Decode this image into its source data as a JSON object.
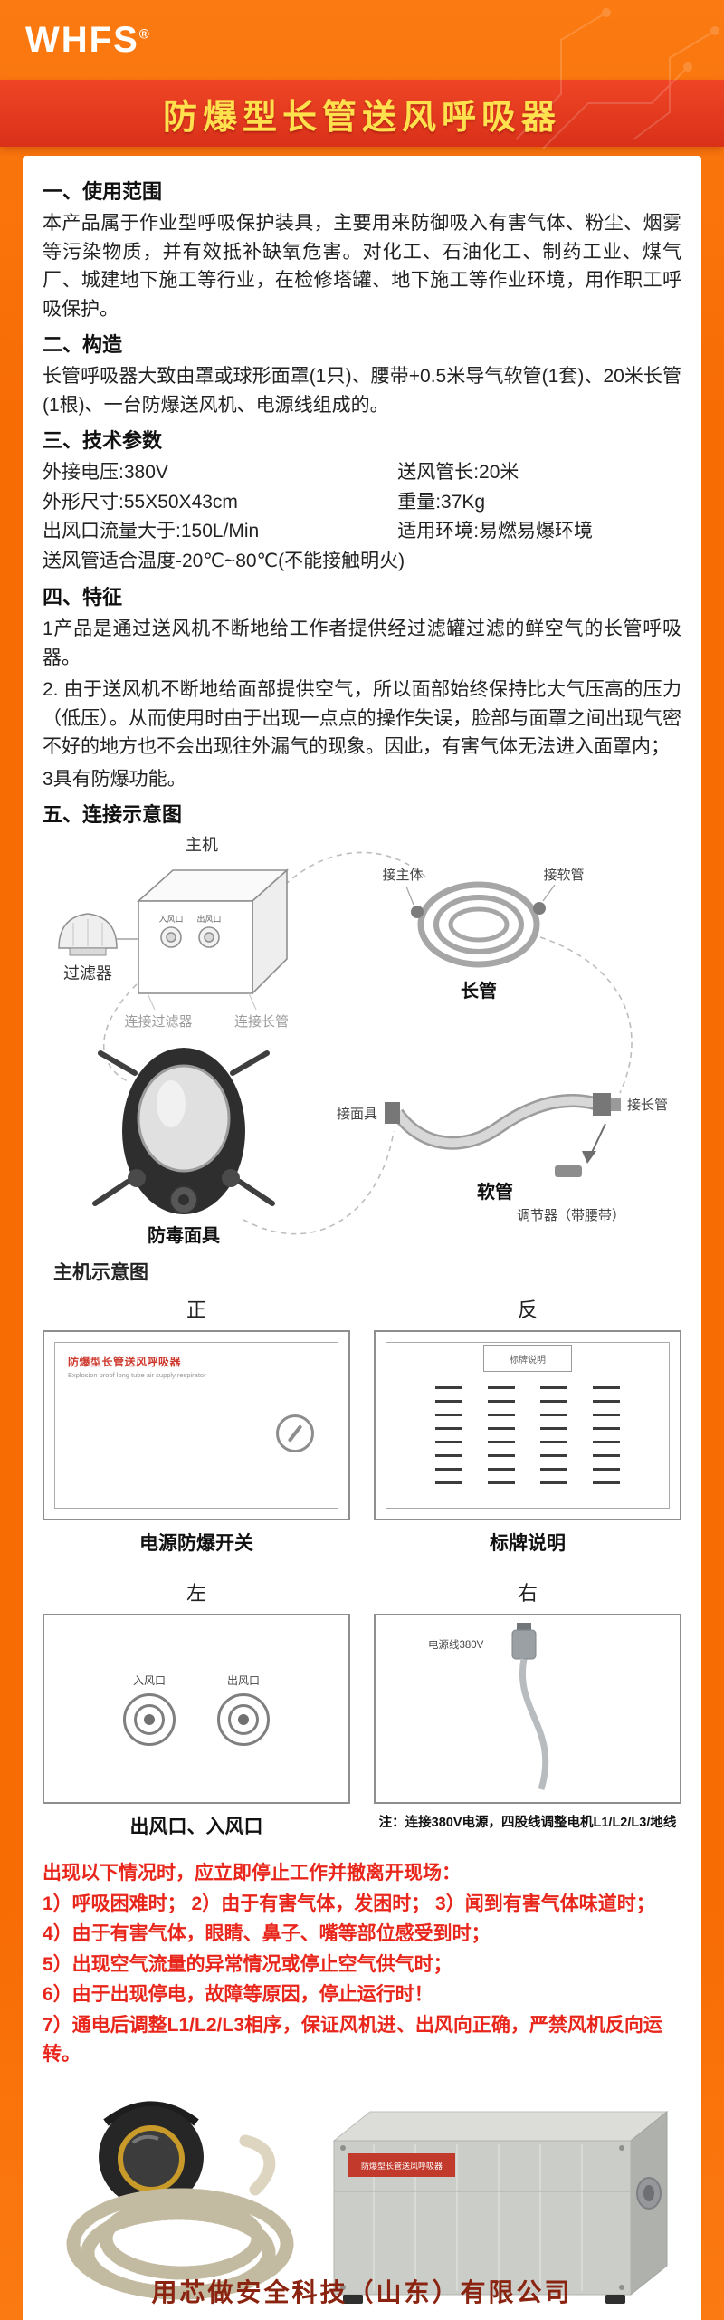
{
  "brand": {
    "name": "WHFS",
    "reg": "®"
  },
  "title": "防爆型长管送风呼吸器",
  "colors": {
    "bg_orange": "#f86c04",
    "banner_red": "#de3520",
    "title_yellow": "#ffe14d",
    "warning_red": "#e8261b",
    "footer_text": "#8a230f"
  },
  "sections": {
    "usage": {
      "heading": "一、使用范围",
      "body": "本产品属于作业型呼吸保护装具，主要用来防御吸入有害气体、粉尘、烟雾等污染物质，并有效抵补缺氧危害。对化工、石油化工、制药工业、煤气厂、城建地下施工等行业，在检修塔罐、地下施工等作业环境，用作职工呼吸保护。"
    },
    "structure": {
      "heading": "二、构造",
      "body": "长管呼吸器大致由罩或球形面罩(1只)、腰带+0.5米导气软管(1套)、20米长管(1根)、一台防爆送风机、电源线组成的。"
    },
    "params": {
      "heading": "三、技术参数",
      "rows": [
        {
          "left": "外接电压:380V",
          "right": "送风管长:20米"
        },
        {
          "left": "外形尺寸:55X50X43cm",
          "right": "重量:37Kg"
        },
        {
          "left": "出风口流量大于:150L/Min",
          "right": "适用环境:易燃易爆环境"
        },
        {
          "left": "送风管适合温度-20℃~80℃(不能接触明火)",
          "right": ""
        }
      ]
    },
    "features": {
      "heading": "四、特征",
      "items": [
        "1产品是通过送风机不断地给工作者提供经过滤罐过滤的鲜空气的长管呼吸器。",
        "2. 由于送风机不断地给面部提供空气，所以面部始终保持比大气压高的压力（低压）。从而使用时由于出现一点点的操作失误，脸部与面罩之间出现气密不好的地方也不会出现往外漏气的现象。因此，有害气体无法进入面罩内；",
        "3具有防爆功能。"
      ]
    },
    "connection": {
      "heading": "五、连接示意图"
    }
  },
  "connection_diagram": {
    "main_unit": "主机",
    "inlet": "入风口",
    "outlet": "出风口",
    "filter": "过滤器",
    "connect_filter": "连接过滤器",
    "connect_long_tube": "连接长管",
    "long_tube": "长管",
    "to_main_body": "接主体",
    "to_soft_tube": "接软管",
    "gas_mask": "防毒面具",
    "to_mask": "接面具",
    "soft_tube": "软管",
    "to_long_tube": "接长管",
    "regulator": "调节器（带腰带）"
  },
  "unit_diagram": {
    "heading": "主机示意图",
    "front_label": "正",
    "back_label": "反",
    "left_label": "左",
    "right_label": "右",
    "front_plate_cn": "防爆型长管送风呼吸器",
    "front_plate_en": "Explosion proof long tube air supply respirator",
    "nameplate_text": "标牌说明",
    "front_caption": "电源防爆开关",
    "back_caption": "标牌说明",
    "port_inlet": "入风口",
    "port_outlet": "出风口",
    "left_caption": "出风口、入风口",
    "power_cord": "电源线380V",
    "right_caption": "注：连接380V电源，四股线调整电机L1/L2/L3/地线"
  },
  "warning": {
    "intro": "出现以下情况时，应立即停止工作并撤离开现场：",
    "items": [
      "1）呼吸困难时；  2）由于有害气体，发困时；  3）闻到有害气体味道时；",
      "4）由于有害气体，眼睛、鼻子、嘴等部位感受到时；",
      "5）出现空气流量的异常情况或停止空气供气时；",
      "6）由于出现停电，故障等原因，停止运行时！",
      "7）通电后调整L1/L2/L3相序，保证风机进、出风向正确，严禁风机反向运转。"
    ]
  },
  "photo": {
    "plate_text": "防爆型长管送风呼吸器"
  },
  "footer": {
    "company": "用芯做安全科技（山东）有限公司"
  }
}
